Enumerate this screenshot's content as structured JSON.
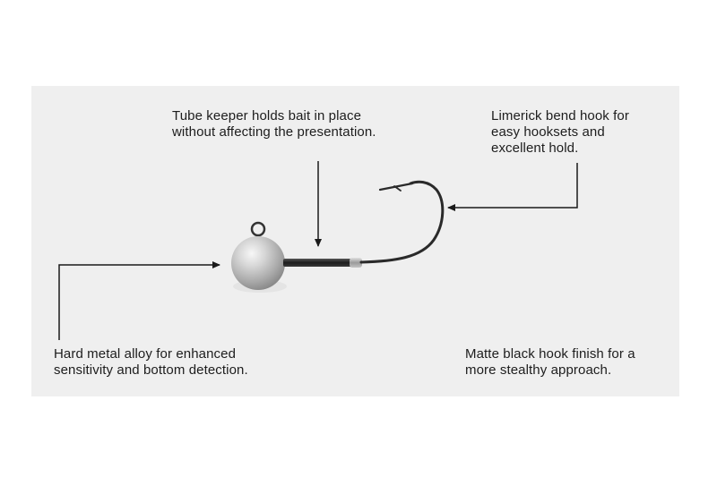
{
  "callouts": {
    "tube_keeper": {
      "line1": "Tube keeper holds bait in place",
      "line2": "without affecting the presentation."
    },
    "limerick": {
      "line1": "Limerick bend hook for",
      "line2": "easy hooksets and",
      "line3": "excellent hold."
    },
    "alloy": {
      "line1": "Hard metal alloy for enhanced",
      "line2": "sensitivity and bottom detection."
    },
    "matte": {
      "line1": "Matte black hook finish for a",
      "line2": "more stealthy approach."
    }
  },
  "colors": {
    "panel_background": "#efefef",
    "text": "#1d1d1d",
    "leader_lines": "#1a1a1a",
    "hook_metal": "#2a2a2a",
    "jig_head_lead": "#c9c9c9"
  },
  "icons": {
    "product": "jig-head-hook-image"
  }
}
